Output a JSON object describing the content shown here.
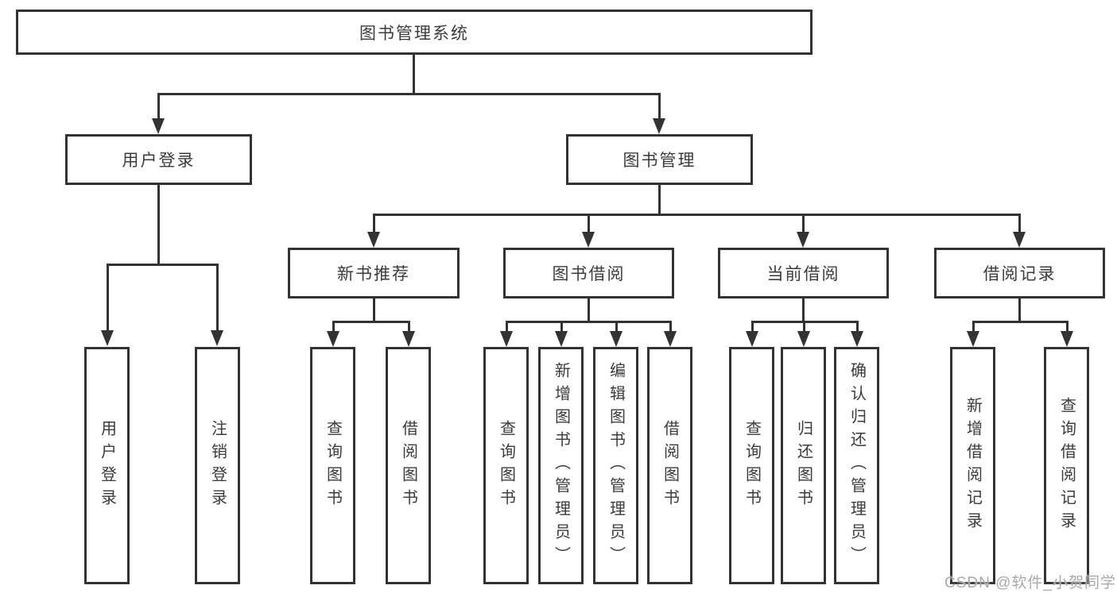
{
  "diagram": {
    "root": "图书管理系统",
    "level2": [
      {
        "label": "用户登录"
      },
      {
        "label": "图书管理"
      }
    ],
    "level3": [
      {
        "label": "新书推荐"
      },
      {
        "label": "图书借阅"
      },
      {
        "label": "当前借阅"
      },
      {
        "label": "借阅记录"
      }
    ],
    "leaves": [
      {
        "label": "用户登录"
      },
      {
        "label": "注销登录"
      },
      {
        "label": "查询图书"
      },
      {
        "label": "借阅图书"
      },
      {
        "label": "查询图书"
      },
      {
        "label": "新增图书（管理员）"
      },
      {
        "label": "编辑图书（管理员）"
      },
      {
        "label": "借阅图书"
      },
      {
        "label": "查询图书"
      },
      {
        "label": "归还图书"
      },
      {
        "label": "确认归还（管理员）"
      },
      {
        "label": "新增借阅记录"
      },
      {
        "label": "查询借阅记录"
      }
    ]
  },
  "watermark": "CSDN @软件_小贺同学",
  "colors": {
    "line": "#333333",
    "text": "#3b3b3b",
    "watermark": "#a9a9a9",
    "background": "#ffffff"
  }
}
